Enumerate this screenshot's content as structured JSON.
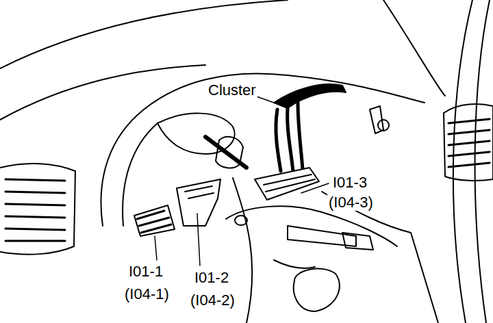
{
  "diagram": {
    "labels": [
      "Cluster",
      "I01-3",
      "(I04-3)",
      "I01-1",
      "(I04-1)",
      "I01-2",
      "(I04-2)"
    ]
  }
}
